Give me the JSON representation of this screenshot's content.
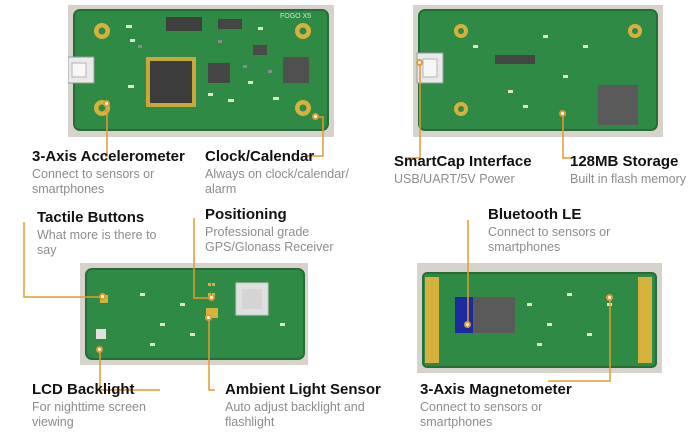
{
  "board_marking": "FOGO X5",
  "colors": {
    "pcb": "#2f8a45",
    "pcb_dark": "#246e36",
    "leader": "#e69a2e",
    "chip": "#4a4a4a",
    "pad_gold": "#d6b23c",
    "ble_blue": "#1c2aa0"
  },
  "features": [
    {
      "title": "3-Axis Accelerometer",
      "desc": "Connect to sensors or smartphones"
    },
    {
      "title": "Clock/Calendar",
      "desc": "Always on clock/calendar/ alarm"
    },
    {
      "title": "SmartCap Interface",
      "desc": "USB/UART/5V Power"
    },
    {
      "title": "128MB Storage",
      "desc": "Built in flash memory"
    },
    {
      "title": "Tactile Buttons",
      "desc": "What more is there to say"
    },
    {
      "title": "Positioning",
      "desc": "Professional grade GPS/Glonass Receiver"
    },
    {
      "title": "Bluetooth LE",
      "desc": "Connect to sensors or smartphones"
    },
    {
      "title": "LCD Backlight",
      "desc": "For nighttime screen viewing"
    },
    {
      "title": "Ambient Light Sensor",
      "desc": "Auto adjust backlight and flashlight"
    },
    {
      "title": "3-Axis Magnetometer",
      "desc": "Connect to sensors or smartphones"
    }
  ]
}
